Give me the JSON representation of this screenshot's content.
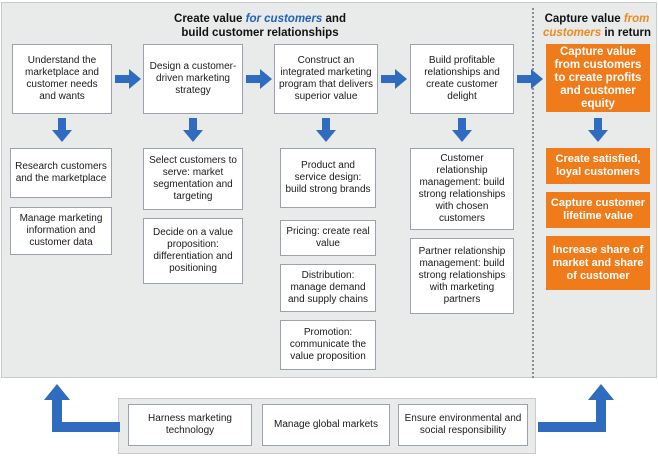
{
  "header_left": {
    "line1_pre": "Create value ",
    "line1_accent": "for customers",
    "line1_post": " and",
    "line2": "build customer relationships"
  },
  "header_right": {
    "line1_pre": "Capture value ",
    "line1_accent": "from",
    "line2_accent": "customers",
    "line2_post": " in return"
  },
  "steps": [
    "Understand the marketplace and customer needs and wants",
    "Design a customer-driven marketing strategy",
    "Construct an integrated marketing program that delivers superior value",
    "Build profitable relationships and create customer delight",
    "Capture value from customers to create profits and customer equity"
  ],
  "col1": [
    "Research customers and the marketplace",
    "Manage marketing information and customer data"
  ],
  "col2": [
    "Select customers to serve: market segmentation and targeting",
    "Decide on a value proposition: differentiation and positioning"
  ],
  "col3": [
    "Product and service design: build strong brands",
    "Pricing: create real value",
    "Distribution: manage demand and supply chains",
    "Promotion: communicate the value proposition"
  ],
  "col4": [
    "Customer relationship management: build strong relationships with chosen customers",
    "Partner relationship management: build strong relationships with marketing partners"
  ],
  "col5": [
    "Create satisfied, loyal customers",
    "Capture customer lifetime value",
    "Increase share of market and share of customer"
  ],
  "bottom": [
    "Harness marketing technology",
    "Manage global markets",
    "Ensure environmental and social responsibility"
  ],
  "colors": {
    "blue": "#2f6bbf",
    "orange": "#f07b1a",
    "panel": "#e9eaea"
  }
}
